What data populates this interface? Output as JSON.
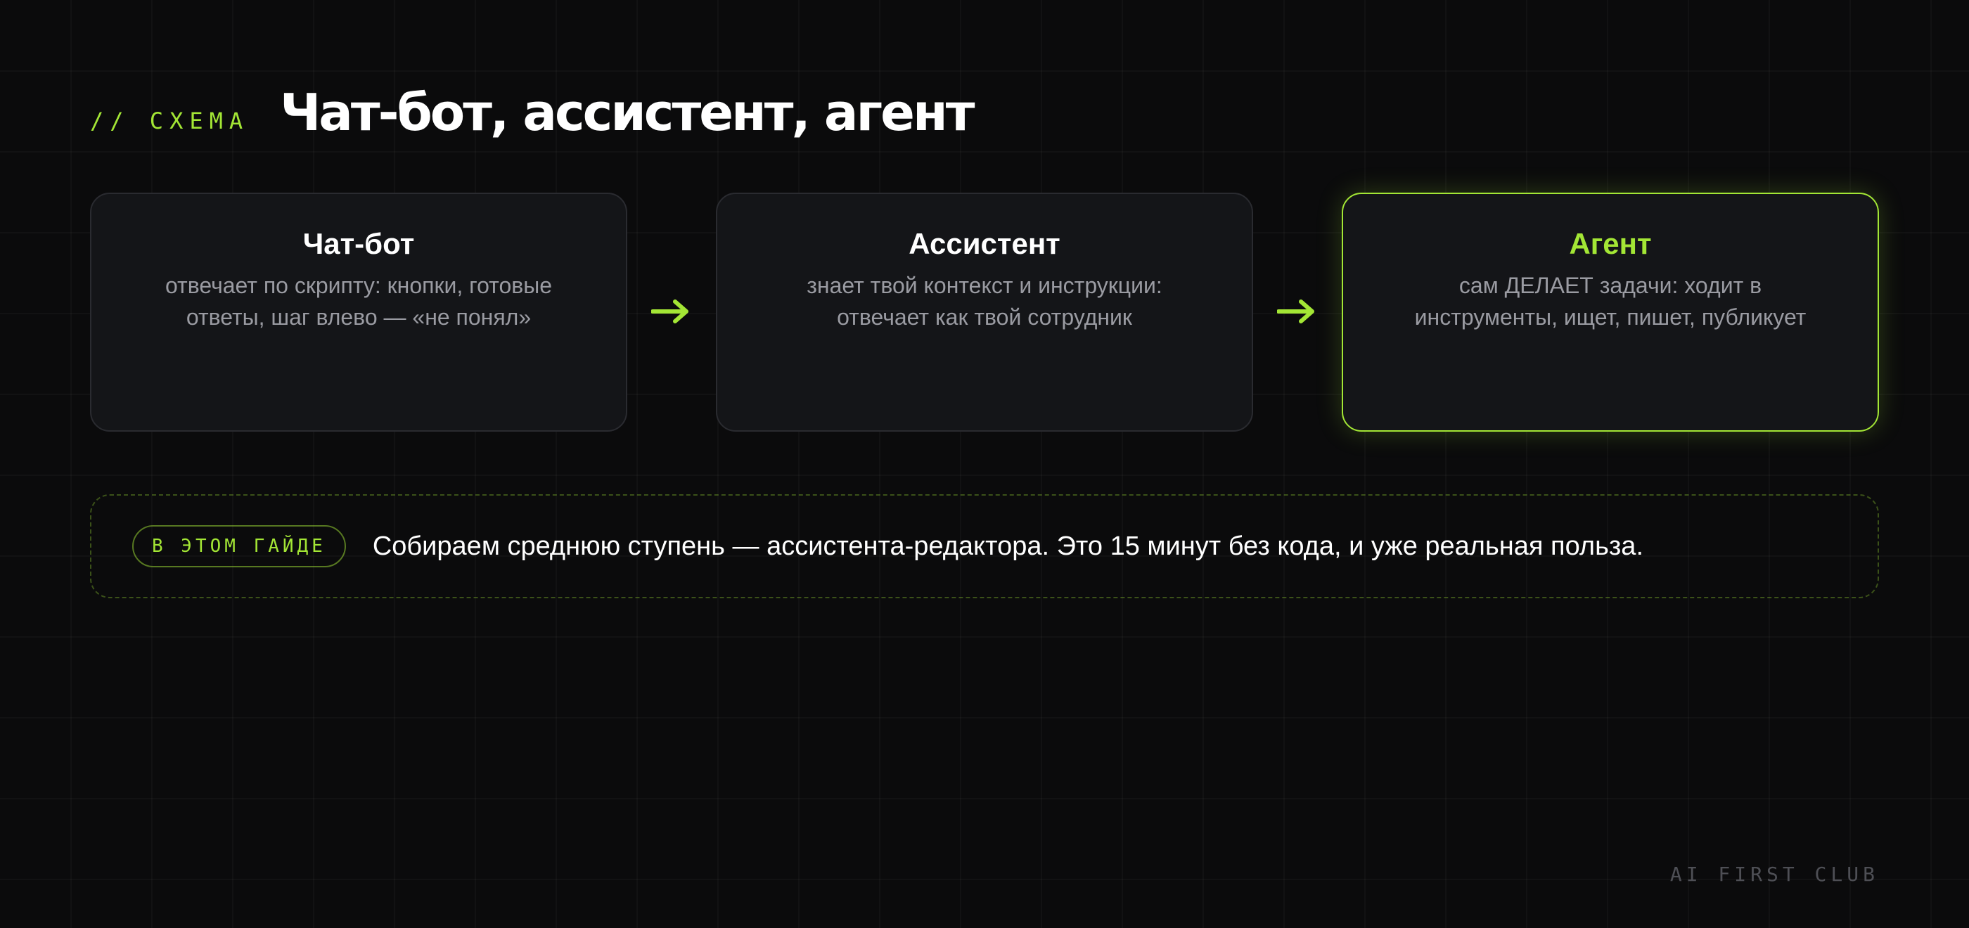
{
  "header": {
    "kicker": "// СХЕМА",
    "title": "Чат-бот, ассистент, агент"
  },
  "cards": [
    {
      "title": "Чат-бот",
      "description": "отвечает по скрипту: кнопки, готовые ответы, шаг влево — «не понял»"
    },
    {
      "title": "Ассистент",
      "description": "знает твой контекст и инструкции: отвечает как твой сотрудник"
    },
    {
      "title": "Агент",
      "description": "сам ДЕЛАЕТ задачи: ходит в инструменты, ищет, пишет, публикует"
    }
  ],
  "note": {
    "badge": "В ЭТОМ ГАЙДЕ",
    "text": "Собираем среднюю ступень — ассистента-редактора. Это 15 минут без кода, и уже реальная польза."
  },
  "footer": {
    "brand": "AI FIRST CLUB"
  },
  "colors": {
    "accent": "#a3e635",
    "background": "#0b0b0c",
    "card": "#141518"
  },
  "icons": {
    "connector": "arrow-right-icon"
  }
}
